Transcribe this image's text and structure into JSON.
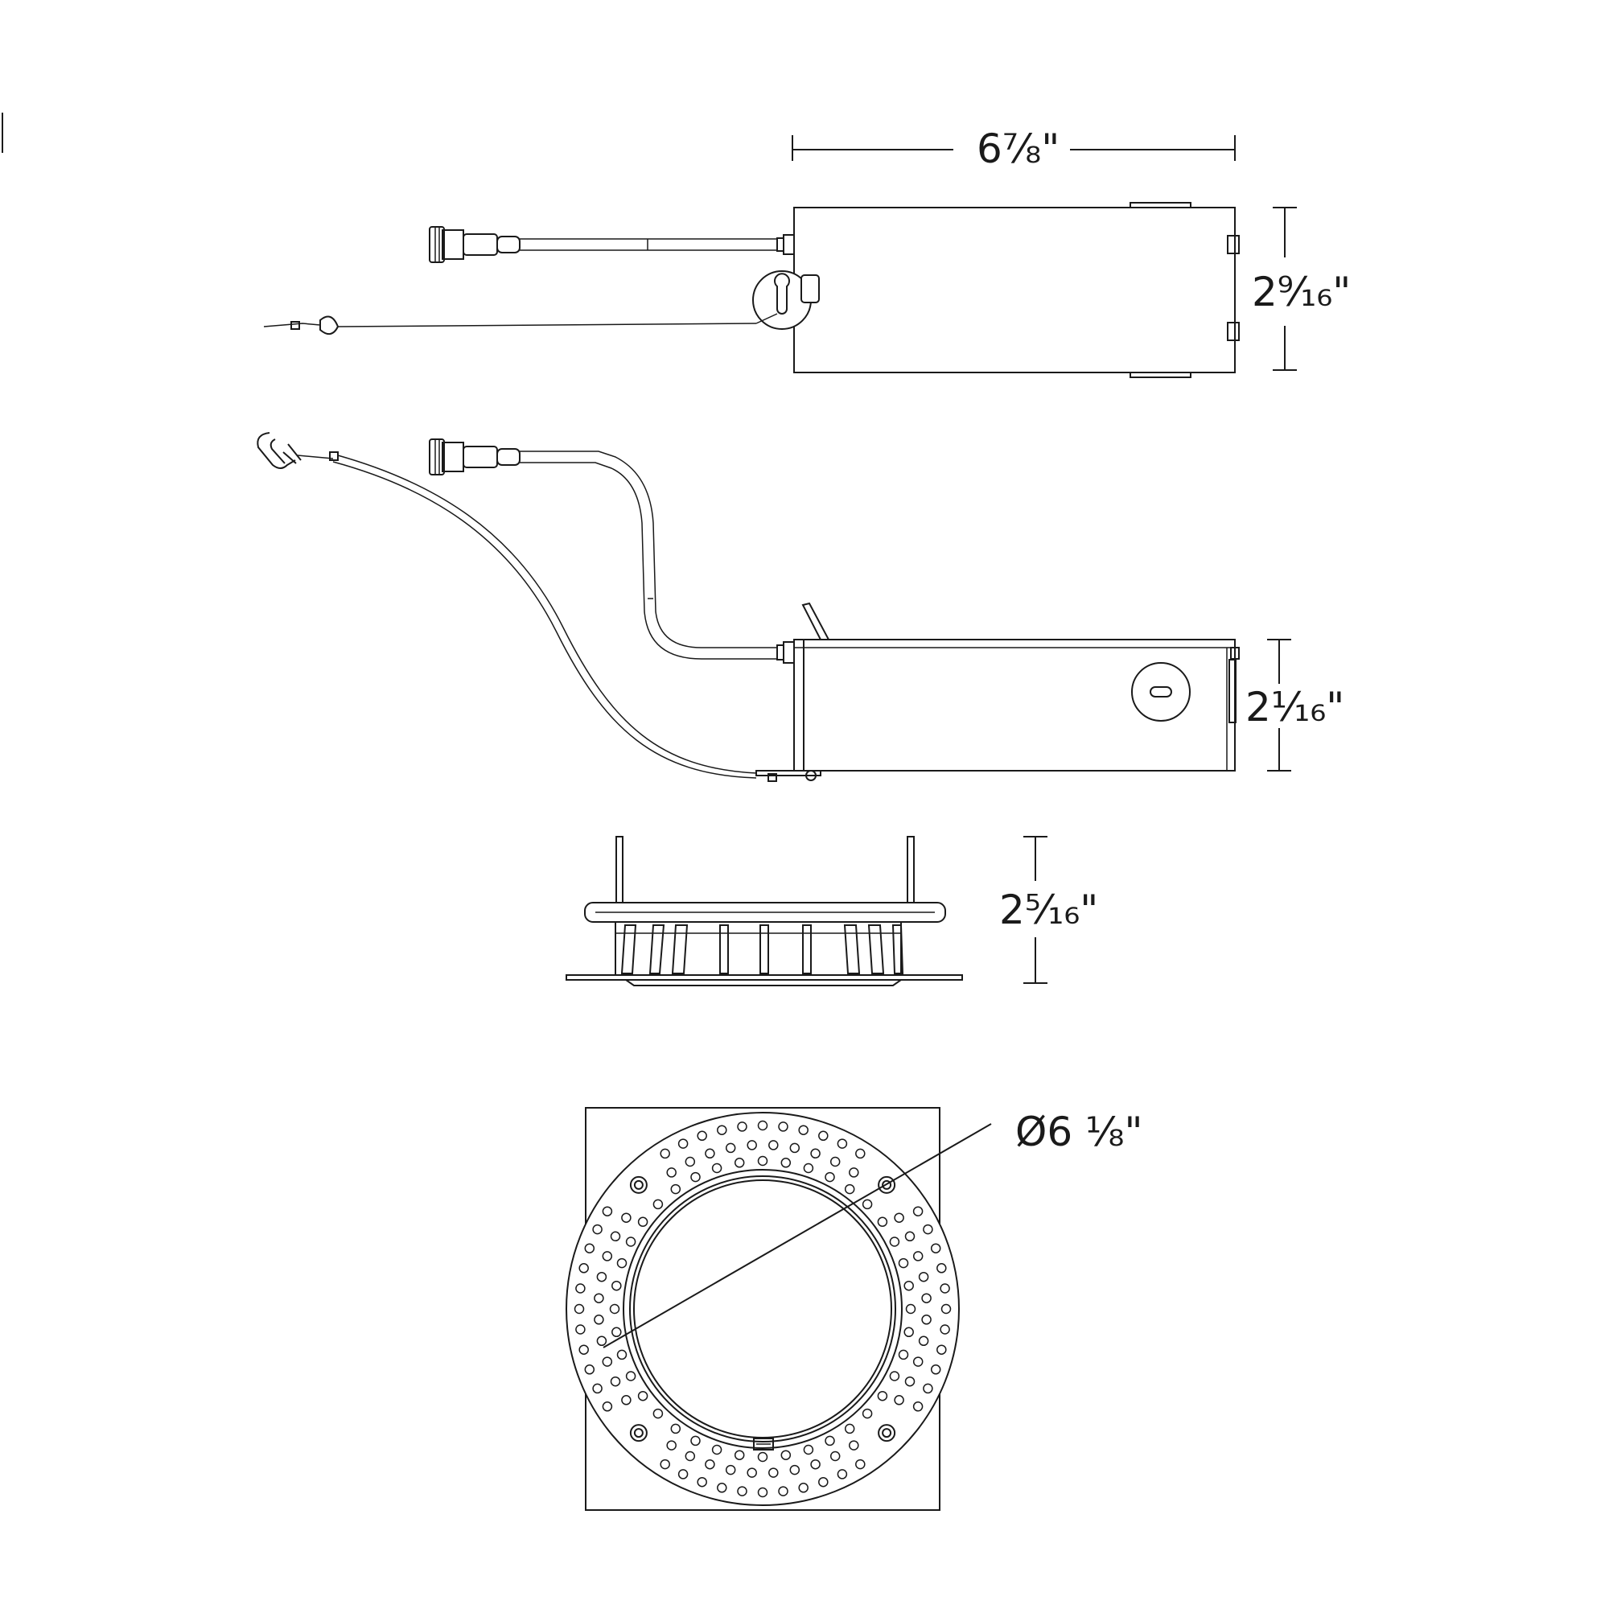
{
  "dimensions": {
    "top_width": "6⅞\"",
    "top_height": "2⁹⁄₁₆\"",
    "side_height": "2¹⁄₁₆\"",
    "housing_height": "2⁵⁄₁₆\"",
    "flange_diameter": "Ø6 ⅛\""
  },
  "colors": {
    "line": "#1a1a1a",
    "background": "#ffffff"
  }
}
